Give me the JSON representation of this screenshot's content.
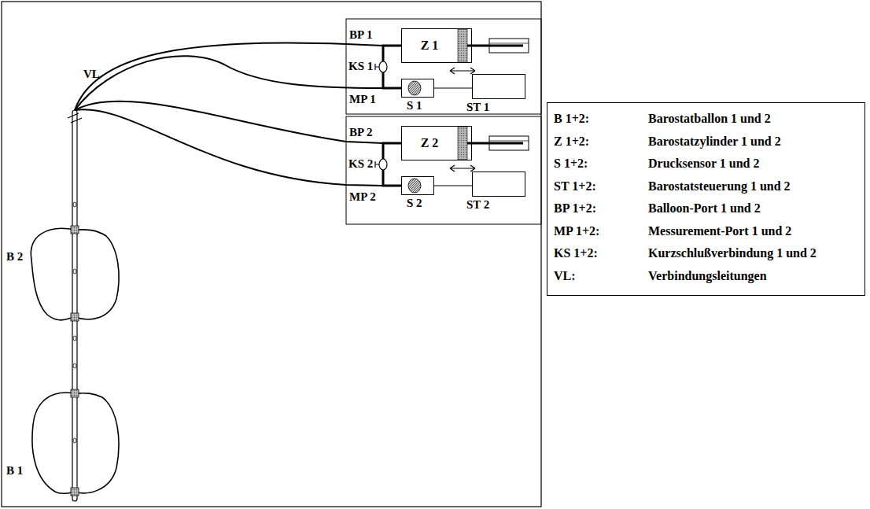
{
  "diagram": {
    "nodes": [
      {
        "text": [
          "Z 1"
        ]
      },
      {
        "text": [
          "S 1"
        ]
      },
      {
        "text": [
          "ST 1"
        ]
      },
      {
        "text": [
          "Z 2"
        ]
      },
      {
        "text": [
          "S 2"
        ]
      },
      {
        "text": [
          "ST 2"
        ]
      },
      {
        "text": [
          "B 1+2:",
          "Barostatballon 1 und 2",
          "Z 1+2:",
          "Barostatzylinder 1 und 2",
          "S 1+2:",
          "Drucksensor 1 und 2",
          "ST 1+2:",
          "Barostatsteuerung 1 und 2",
          "BP 1+2:",
          "Balloon-Port 1 und 2",
          "MP 1+2:",
          "Messurement-Port 1 und 2",
          "KS 1+2:",
          "Kurzschlußverbindung 1 und 2",
          "VL:",
          "Verbindungsleitungen"
        ]
      }
    ],
    "edges": [
      {
        "from": 0,
        "to": 1,
        "arrow": "none"
      },
      {
        "from": 1,
        "to": 2,
        "arrow": "none"
      },
      {
        "from": 3,
        "to": 4,
        "arrow": "none"
      },
      {
        "from": 4,
        "to": 5,
        "arrow": "none"
      }
    ],
    "labels": [
      "VL",
      "B 2",
      "B 1",
      "BP 1",
      "KS 1",
      "MP 1",
      "BP 2",
      "KS 2",
      "MP 2"
    ]
  }
}
